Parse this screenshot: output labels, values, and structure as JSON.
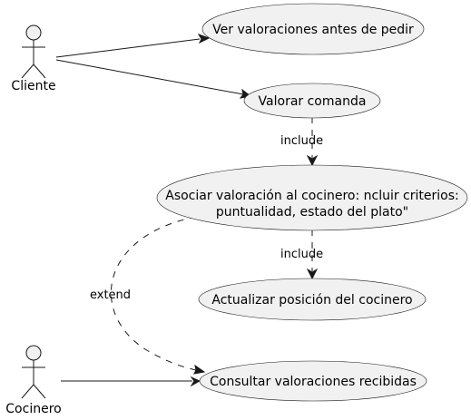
{
  "actors": {
    "cliente": "Cliente",
    "cocinero": "Cocinero"
  },
  "use_cases": {
    "ver_valoraciones": "Ver valoraciones antes de pedir",
    "valorar_comanda": "Valorar comanda",
    "asociar_line1": "Asociar valoración al cocinero: ncluir criterios:",
    "asociar_line2": "puntualidad, estado del plato\"",
    "actualizar_posicion": "Actualizar posición del cocinero",
    "consultar_valoraciones": "Consultar valoraciones recibidas"
  },
  "relations": {
    "include_1": "include",
    "include_2": "include",
    "extend": "extend"
  }
}
